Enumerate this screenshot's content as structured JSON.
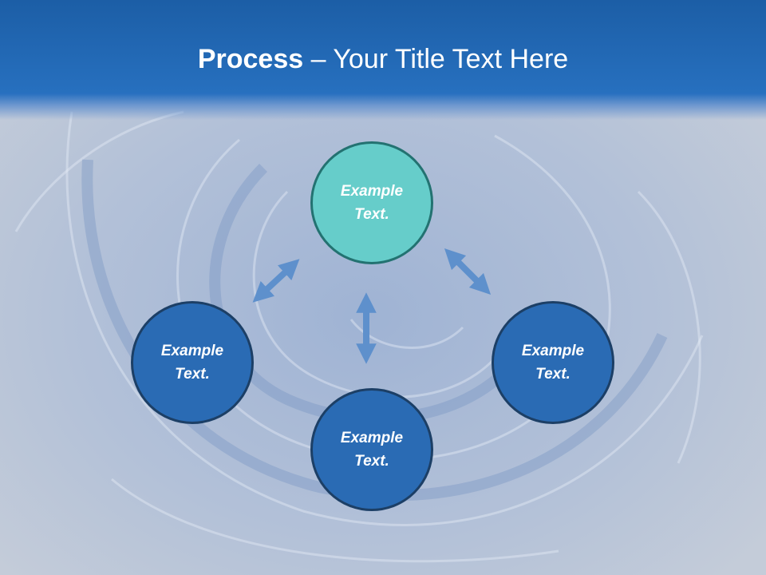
{
  "slide": {
    "title_bold": "Process",
    "title_rest": " – Your Title Text Here"
  },
  "diagram": {
    "nodes": {
      "top": "Example\nText.",
      "left": "Example\nText.",
      "right": "Example\nText.",
      "bottom": "Example\nText."
    },
    "arrow_connections": [
      [
        "left",
        "top"
      ],
      [
        "top",
        "right"
      ],
      [
        "top",
        "bottom"
      ]
    ]
  },
  "colors": {
    "title_band": "#2770bf",
    "node_fill": "#2a6bb4",
    "node_top_fill": "#66cdca",
    "arrow": "#5e90cc"
  }
}
